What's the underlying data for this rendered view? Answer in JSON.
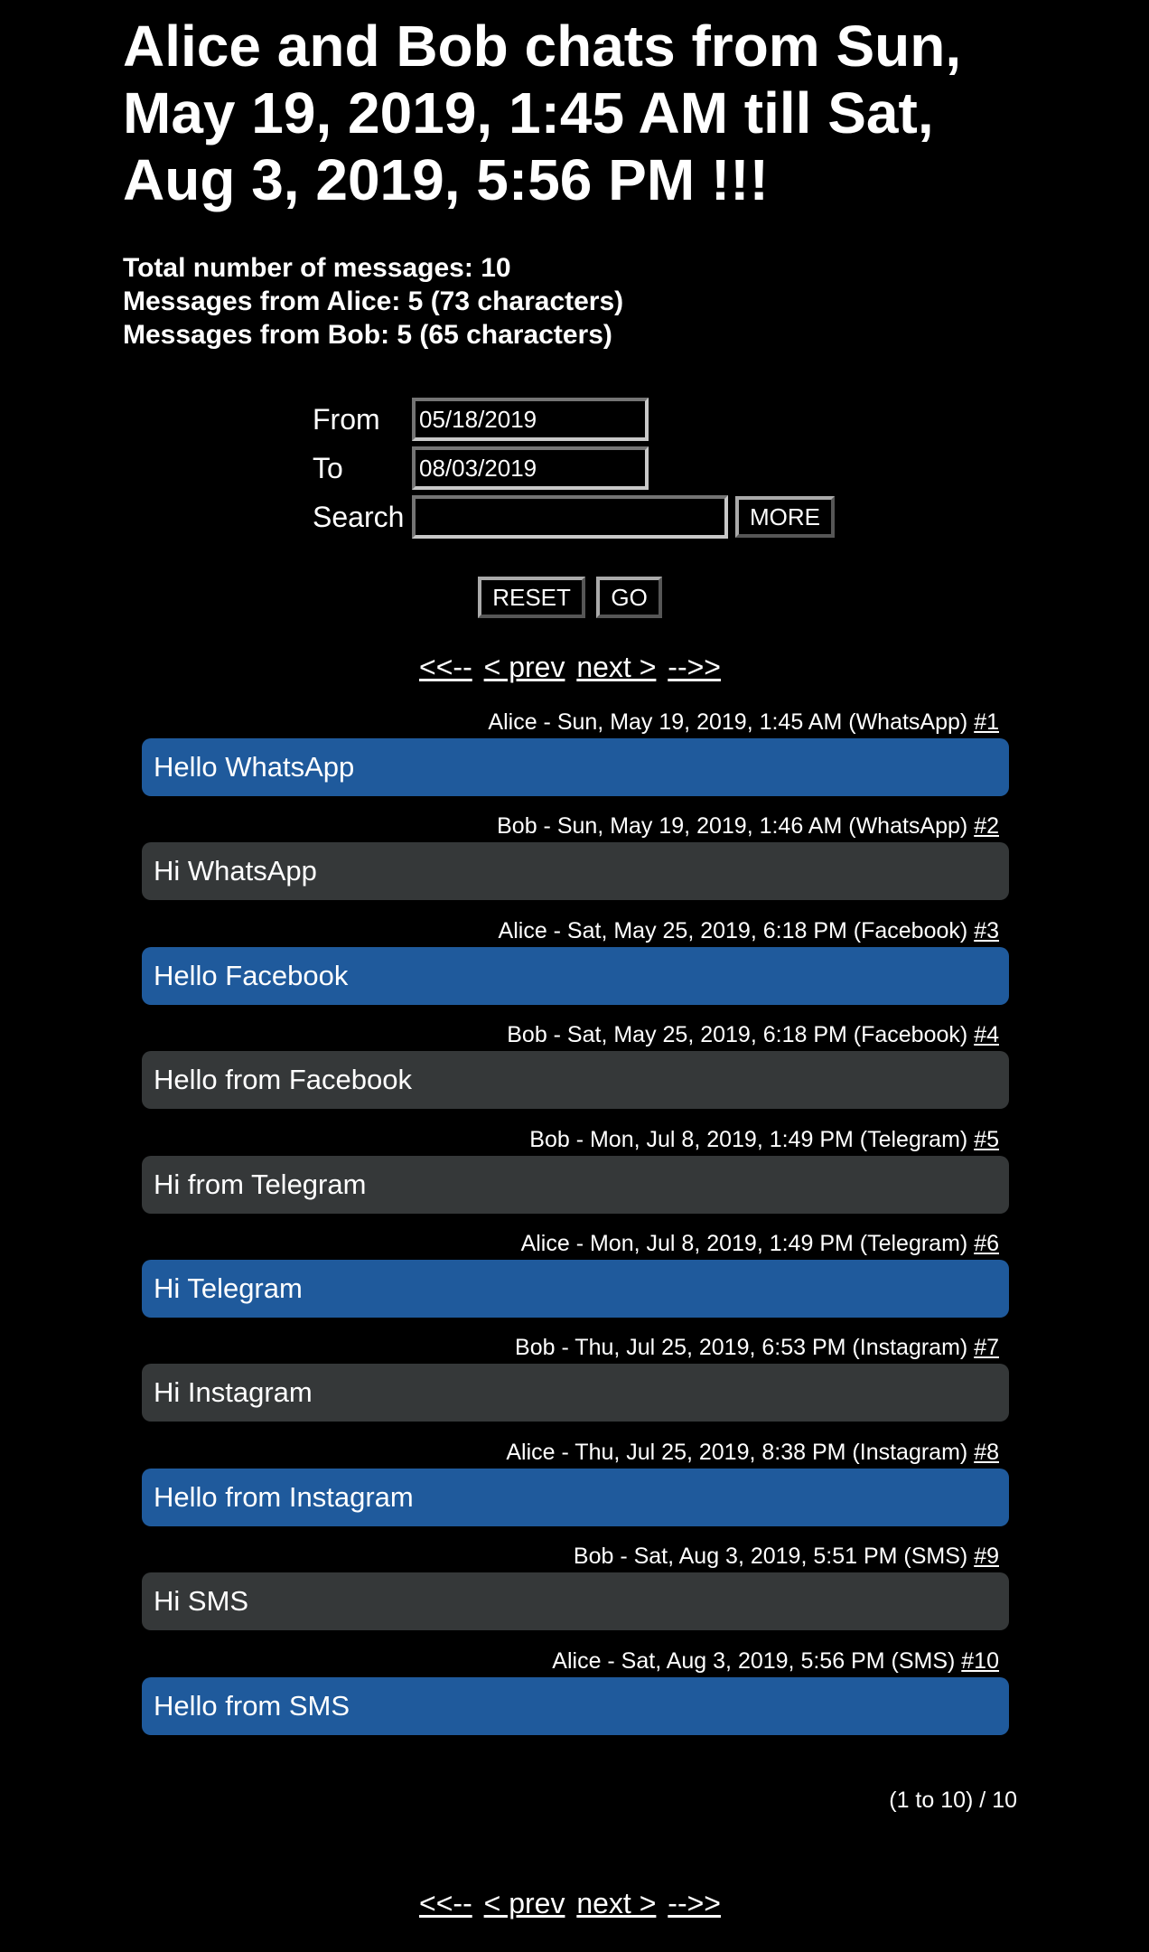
{
  "title": "Alice and Bob chats from Sun, May 19, 2019, 1:45 AM till Sat, Aug 3, 2019, 5:56 PM !!!",
  "stats": {
    "total": "Total number of messages: 10",
    "alice": "Messages from Alice: 5 (73 characters)",
    "bob": "Messages from Bob: 5 (65 characters)"
  },
  "filter": {
    "from_label": "From",
    "from_value": "05/18/2019",
    "to_label": "To",
    "to_value": "08/03/2019",
    "search_label": "Search",
    "search_value": "",
    "more_label": "MORE",
    "reset_label": "RESET",
    "go_label": "GO"
  },
  "pager": {
    "first": "<<--",
    "prev": "< prev",
    "next": "next >",
    "last": "-->>"
  },
  "messages": [
    {
      "meta": "Alice - Sun, May 19, 2019, 1:45 AM (WhatsApp)",
      "link": "#1",
      "text": "Hello WhatsApp"
    },
    {
      "meta": "Bob - Sun, May 19, 2019, 1:46 AM (WhatsApp)",
      "link": "#2",
      "text": "Hi WhatsApp"
    },
    {
      "meta": "Alice - Sat, May 25, 2019, 6:18 PM (Facebook)",
      "link": "#3",
      "text": "Hello Facebook"
    },
    {
      "meta": "Bob - Sat, May 25, 2019, 6:18 PM (Facebook)",
      "link": "#4",
      "text": "Hello from Facebook"
    },
    {
      "meta": "Bob - Mon, Jul 8, 2019, 1:49 PM (Telegram)",
      "link": "#5",
      "text": "Hi from Telegram"
    },
    {
      "meta": "Alice - Mon, Jul 8, 2019, 1:49 PM (Telegram)",
      "link": "#6",
      "text": "Hi Telegram"
    },
    {
      "meta": "Bob - Thu, Jul 25, 2019, 6:53 PM (Instagram)",
      "link": "#7",
      "text": "Hi Instagram"
    },
    {
      "meta": "Alice - Thu, Jul 25, 2019, 8:38 PM (Instagram)",
      "link": "#8",
      "text": "Hello from Instagram"
    },
    {
      "meta": "Bob - Sat, Aug 3, 2019, 5:51 PM (SMS)",
      "link": "#9",
      "text": "Hi SMS"
    },
    {
      "meta": "Alice - Sat, Aug 3, 2019, 5:56 PM (SMS)",
      "link": "#10",
      "text": "Hello from SMS"
    }
  ],
  "count": "(1 to 10) / 10",
  "colors": {
    "alice_bubble": "#1f5a9c",
    "bob_bubble": "#353839",
    "background": "#000000"
  }
}
